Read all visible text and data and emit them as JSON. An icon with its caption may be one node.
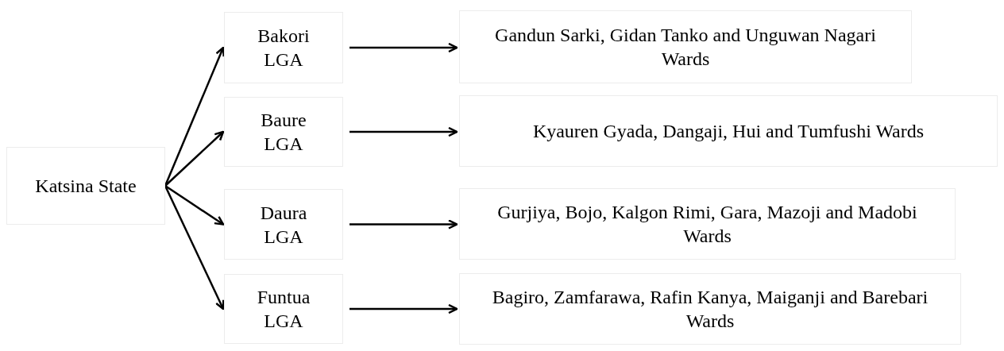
{
  "diagram": {
    "nodes": [
      {
        "text": [
          "Katsina State"
        ]
      },
      {
        "text": [
          "Bakori LGA"
        ]
      },
      {
        "text": [
          "Baure LGA"
        ]
      },
      {
        "text": [
          "Daura LGA"
        ]
      },
      {
        "text": [
          "Funtua LGA"
        ]
      },
      {
        "text": [
          "Gandun Sarki, Gidan Tanko and Unguwan Nagari Wards"
        ]
      },
      {
        "text": [
          "Kyauren Gyada, Dangaji, Hui and Tumfushi Wards"
        ]
      },
      {
        "text": [
          "Gurjiya, Bojo, Kalgon Rimi, Gara, Mazoji and Madobi Wards"
        ]
      },
      {
        "text": [
          "Bagiro, Zamfarawa, Rafin Kanya, Maiganji and Barebari Wards"
        ]
      }
    ],
    "edges": [
      {
        "from": 0,
        "to": 1,
        "arrow": "to"
      },
      {
        "from": 0,
        "to": 2,
        "arrow": "to"
      },
      {
        "from": 0,
        "to": 3,
        "arrow": "to"
      },
      {
        "from": 0,
        "to": 4,
        "arrow": "to"
      },
      {
        "from": 1,
        "to": 5,
        "arrow": "to"
      },
      {
        "from": 2,
        "to": 6,
        "arrow": "to"
      },
      {
        "from": 3,
        "to": 7,
        "arrow": "to"
      },
      {
        "from": 4,
        "to": 8,
        "arrow": "to"
      }
    ]
  }
}
